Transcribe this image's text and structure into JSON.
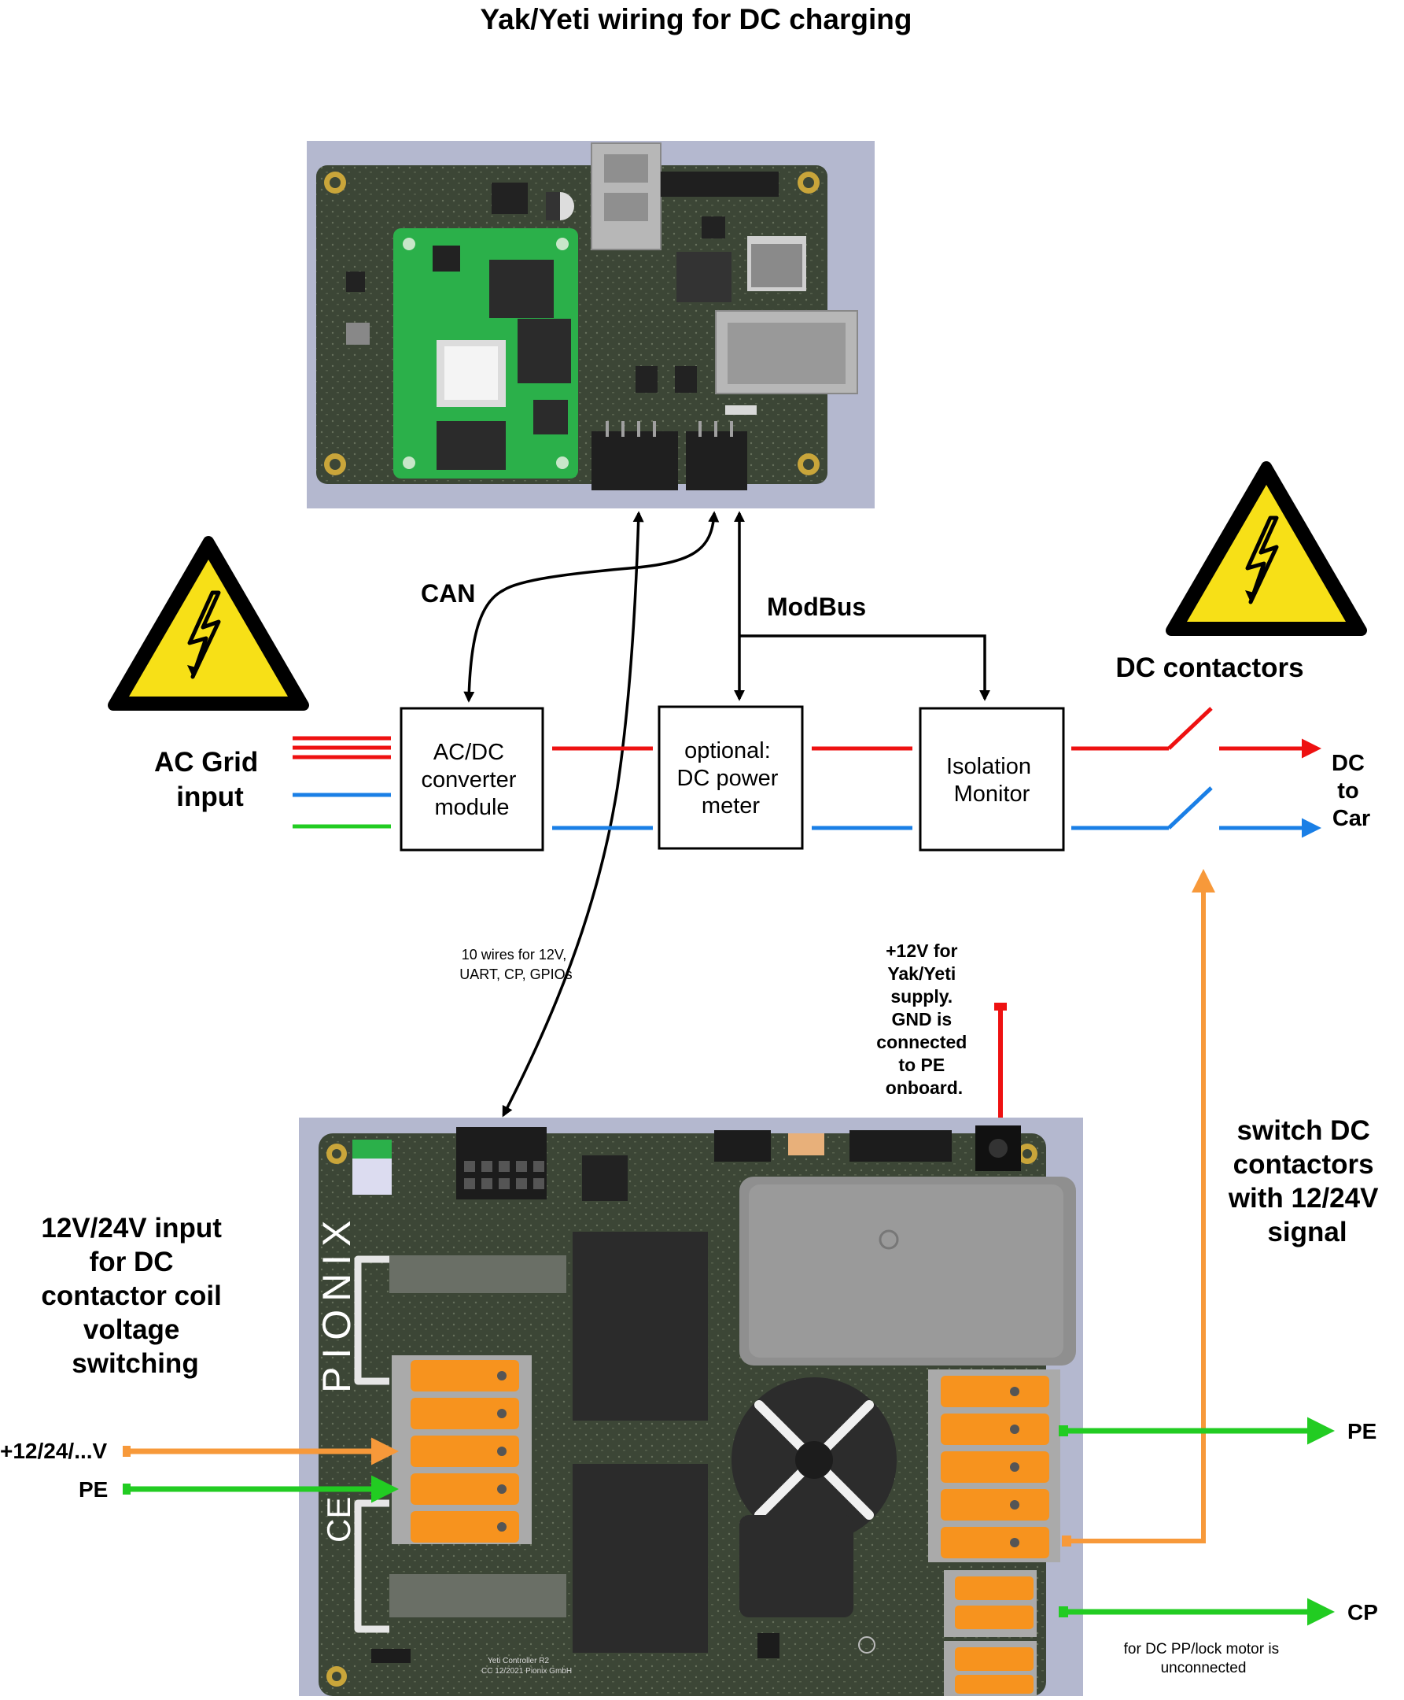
{
  "title": "Yak/Yeti wiring for DC charging",
  "labels": {
    "can": "CAN",
    "modbus": "ModBus",
    "dc_contactors": "DC contactors",
    "ac_grid": [
      "AC Grid",
      "input"
    ],
    "dc_to_car": [
      "DC",
      "to",
      "Car"
    ],
    "wires_note": [
      "10 wires for 12V,",
      "UART, CP, GPIOs"
    ],
    "supply_note": [
      "+12V for",
      "Yak/Yeti",
      "supply.",
      "GND is",
      "connected",
      "to PE",
      "onboard."
    ],
    "coil_input": [
      "12V/24V input",
      "for DC",
      "contactor coil",
      "voltage",
      "switching"
    ],
    "switch_signal": [
      "switch DC",
      "contactors",
      "with 12/24V",
      "signal"
    ],
    "plus_voltage": "+12/24/...V",
    "pe_left": "PE",
    "pe_right": "PE",
    "cp": "CP",
    "unconnected_note": [
      "for DC PP/lock motor is",
      "unconnected"
    ]
  },
  "boxes": {
    "acdc": [
      "AC/DC",
      "converter",
      "module"
    ],
    "meter": [
      "optional:",
      "DC power",
      "meter"
    ],
    "imd": [
      "Isolation",
      "Monitor"
    ]
  },
  "board_text": {
    "pionix": "PIONIX",
    "ce": "CE",
    "yeti_caption": [
      "Yeti Controller R2",
      "CC 12/2021 Pionix GmbH"
    ]
  },
  "colors": {
    "ac_line": "#ee1111",
    "neutral": "#1a7fe6",
    "pe": "#22cc22",
    "signal": "#f7993a",
    "warning_yellow": "#f7e017",
    "pcb_dark": "#3c4636",
    "som_green": "#2bb04a",
    "connector_orange": "#f7931e"
  },
  "icons": [
    "warning-high-voltage-icon"
  ]
}
